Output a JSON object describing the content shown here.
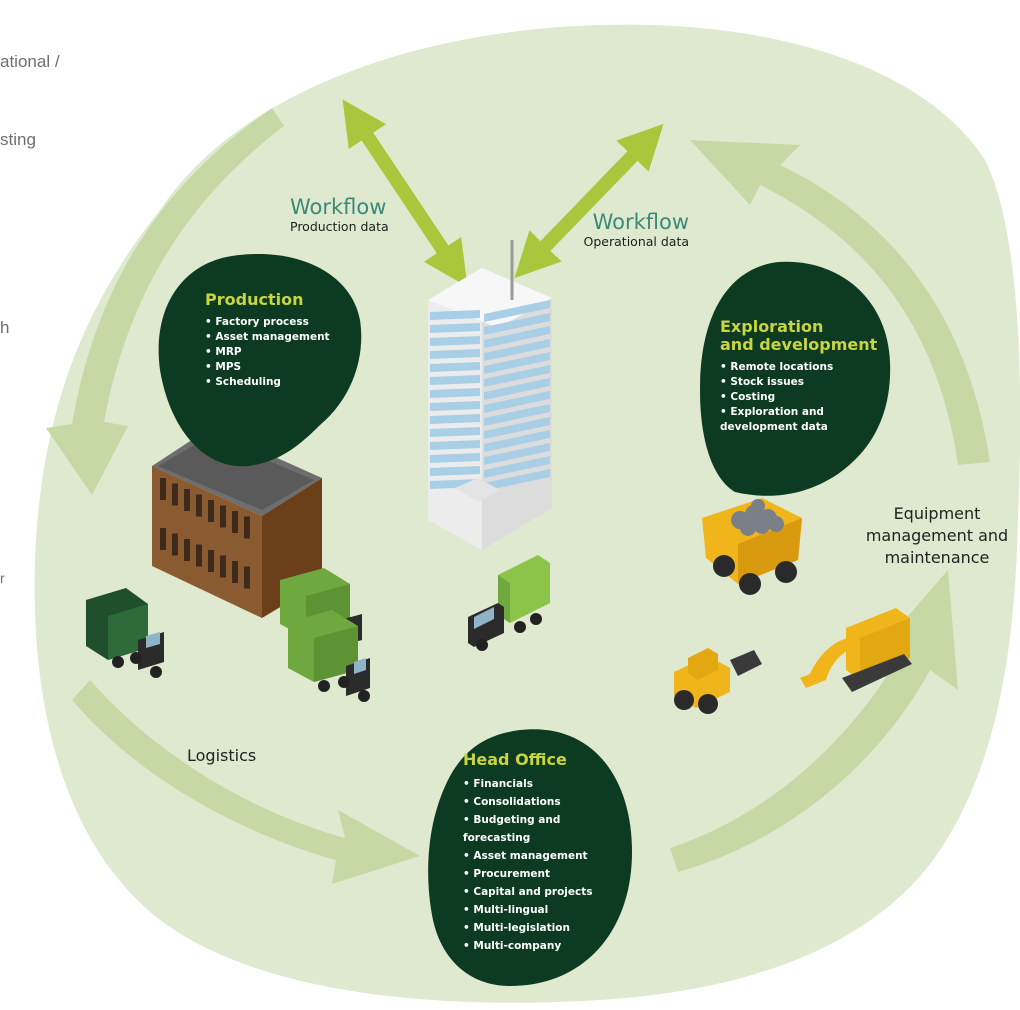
{
  "left_fragments": [
    "ational /",
    "sting",
    "h",
    "r"
  ],
  "workflow_left": {
    "title": "Workflow",
    "subtitle": "Production data"
  },
  "workflow_right": {
    "title": "Workflow",
    "subtitle": "Operational data"
  },
  "production": {
    "title": "Production",
    "items": [
      "Factory process",
      "Asset management",
      "MRP",
      "MPS",
      "Scheduling"
    ]
  },
  "exploration": {
    "title_line1": "Exploration",
    "title_line2": "and development",
    "items": [
      "Remote locations",
      "Stock issues",
      "Costing",
      "Exploration and development data"
    ]
  },
  "head_office": {
    "title": "Head Office",
    "items": [
      "Financials",
      "Consolidations",
      "Budgeting and forecasting",
      "Asset management",
      "Procurement",
      "Capital and projects",
      "Multi-lingual",
      "Multi-legislation",
      "Multi-company"
    ]
  },
  "equipment_label": [
    "Equipment",
    "management and",
    "maintenance"
  ],
  "logistics_label": "Logistics",
  "colors": {
    "background_blob": "#dfe9cf",
    "cycle_arrow": "#c6d9a5",
    "workflow_arrow": "#a8c73d",
    "dark_blob": "#0d3b22",
    "blob_title": "#c9d442",
    "workflow_title": "#3a8a78",
    "building_glass": "#a9cfe6",
    "building_frame": "#ececec",
    "factory_brick": "#7a4a22",
    "truck_green": "#6fa83f",
    "truck_dark_green": "#1f4f2c",
    "mining_yellow": "#f1b51c"
  }
}
